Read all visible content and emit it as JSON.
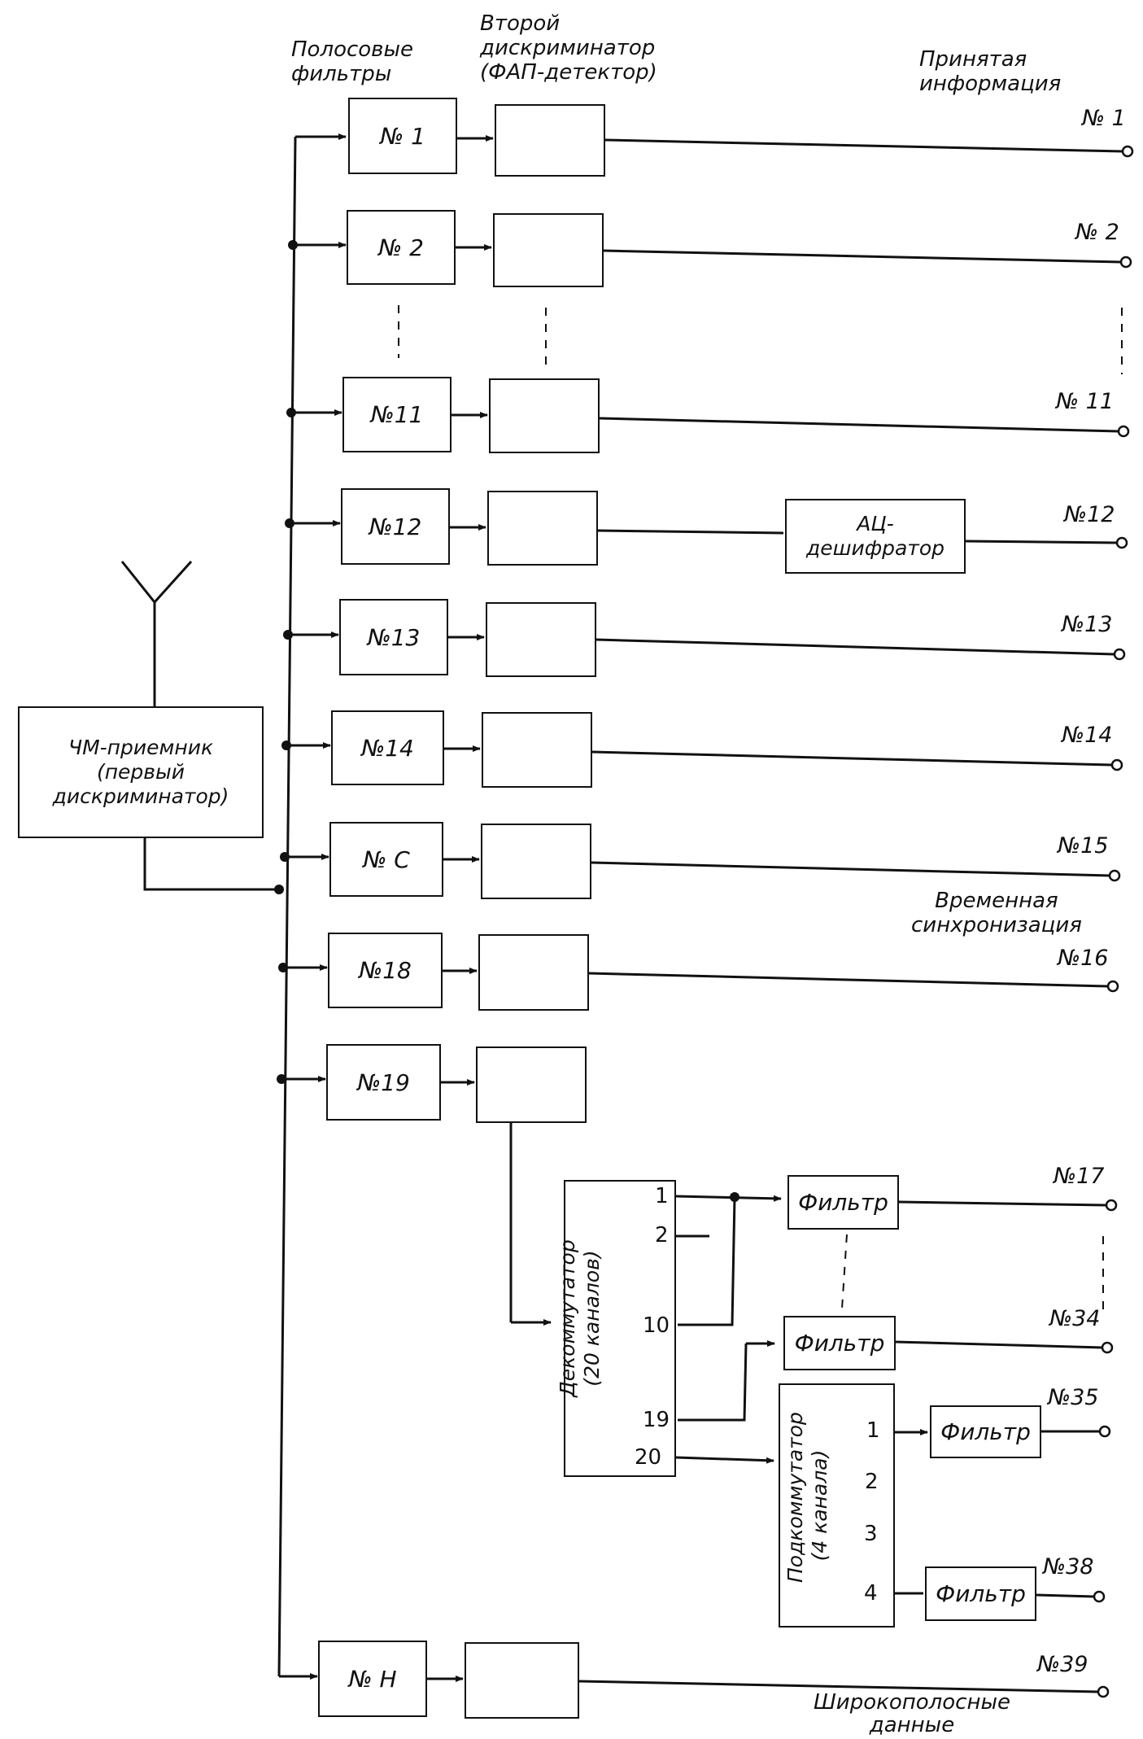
{
  "headers": {
    "bandpass": "Полосовые\nфильтры",
    "second_disc": "Второй\nдискриминатор\n(ФАП-детектор)",
    "received": "Принятая\nинформация"
  },
  "receiver": "ЧМ-приемник\n(первый\nдискриминатор)",
  "channels": [
    {
      "filter": "№ 1",
      "output": "№ 1"
    },
    {
      "filter": "№ 2",
      "output": "№ 2"
    },
    {
      "filter": "№11",
      "output": "№ 11"
    },
    {
      "filter": "№12",
      "output": "№12"
    },
    {
      "filter": "№13",
      "output": "№13"
    },
    {
      "filter": "№14",
      "output": "№14"
    },
    {
      "filter": "№ С",
      "output": "№15"
    },
    {
      "filter": "№18",
      "output": "№16"
    },
    {
      "filter": "№19"
    },
    {
      "filter": "№ Н",
      "output": "№39"
    }
  ],
  "decipher": "АЦ-\nдешифратор",
  "time_sync": "Временная\nсинхронизация",
  "wideband": "Широкополосные\nданные",
  "decommutator": {
    "label": "Декоммутатор\n(20 каналов)",
    "pins": [
      "1",
      "2",
      "10",
      "19",
      "20"
    ]
  },
  "subcommutator": {
    "label": "Подкоммутатор\n(4 канала)",
    "pins": [
      "1",
      "2",
      "3",
      "4"
    ]
  },
  "filter_label": "Фильтр",
  "outputs_extra": [
    "№17",
    "№34",
    "№35",
    "№38"
  ]
}
